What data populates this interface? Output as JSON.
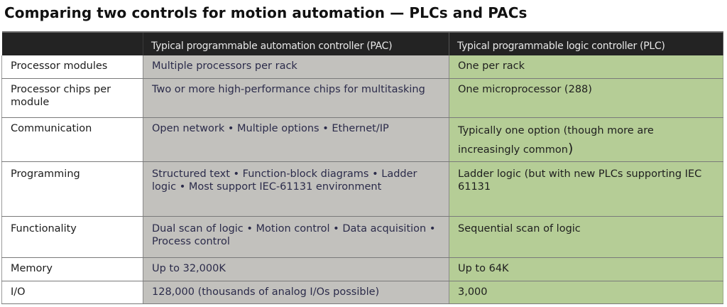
{
  "title": "Comparing two controls for motion automation — PLCs and PACs",
  "table": {
    "headers": [
      "",
      "Typical programmable automation controller (PAC)",
      "Typical programmable logic controller (PLC)"
    ],
    "rows": [
      {
        "label": "Processor modules",
        "pac": "Multiple processors per rack",
        "plc": "One per rack"
      },
      {
        "label": "Processor chips per module",
        "pac": "Two or more high-performance chips for multitasking",
        "plc": "One microprocessor (288)"
      },
      {
        "label": "Communication",
        "pac": "Open network • Multiple options • Ethernet/IP",
        "plc": "Typically one option (though more are increasingly common",
        "plc_suffix": ")"
      },
      {
        "label": "Programming",
        "pac": "Structured text • Function-block diagrams • Ladder logic  • Most support IEC-61131 environment",
        "plc": "Ladder logic (but with new PLCs supporting IEC 61131"
      },
      {
        "label": "Functionality",
        "pac": "Dual scan of logic • Motion control • Data acquisition • Process control",
        "plc": "Sequential scan of logic"
      },
      {
        "label": "Memory",
        "pac": "Up to 32,000K",
        "plc": "Up to 64K"
      },
      {
        "label": "I/O",
        "pac": "128,000 (thousands of analog I/Os possible)",
        "plc": "3,000"
      }
    ]
  },
  "colors": {
    "header_bg": "#232323",
    "header_text": "#e8e8e8",
    "pac_bg": "#c2c1bd",
    "plc_bg": "#b5cd96",
    "pac_text": "#2b2b4a"
  }
}
